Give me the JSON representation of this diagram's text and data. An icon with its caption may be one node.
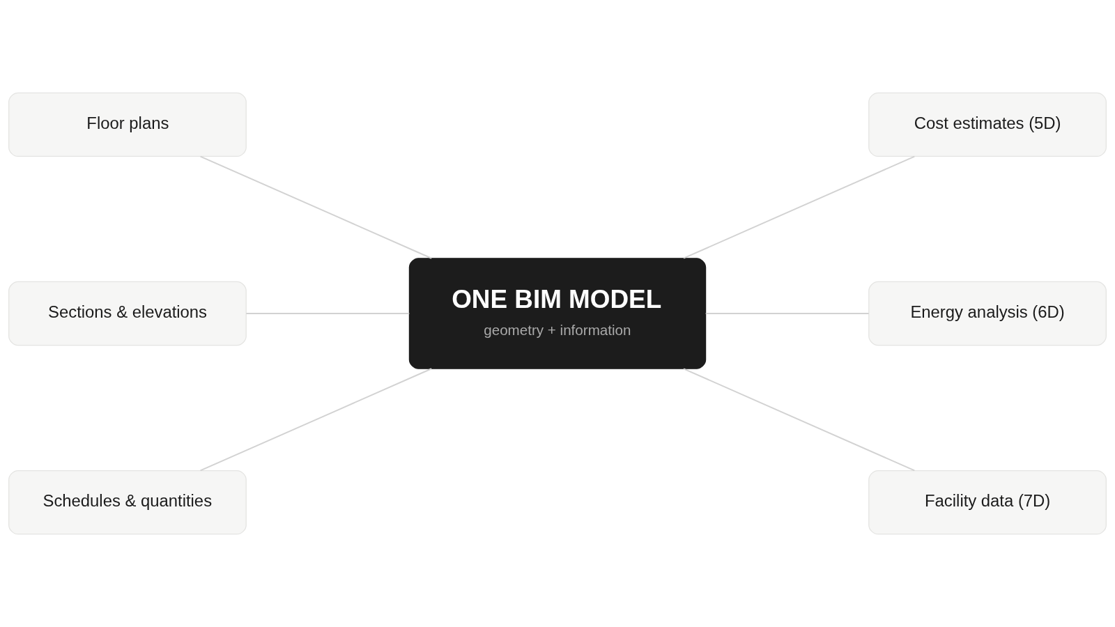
{
  "diagram": {
    "nodes": [
      {
        "text": [
          "Floor plans"
        ]
      },
      {
        "text": [
          "Cost estimates (5D)"
        ]
      },
      {
        "text": [
          "Sections & elevations"
        ]
      },
      {
        "text": [
          "ONE BIM MODEL",
          "geometry + information"
        ]
      },
      {
        "text": [
          "Energy analysis (6D)"
        ]
      },
      {
        "text": [
          "Schedules & quantities"
        ]
      },
      {
        "text": [
          "Facility data (7D)"
        ]
      }
    ],
    "edges": [
      {
        "from": 0,
        "to": 3,
        "arrow": "none"
      },
      {
        "from": 2,
        "to": 3,
        "arrow": "none"
      },
      {
        "from": 5,
        "to": 3,
        "arrow": "none"
      },
      {
        "from": 3,
        "to": 1,
        "arrow": "none"
      },
      {
        "from": 3,
        "to": 4,
        "arrow": "none"
      },
      {
        "from": 3,
        "to": 6,
        "arrow": "none"
      }
    ]
  }
}
